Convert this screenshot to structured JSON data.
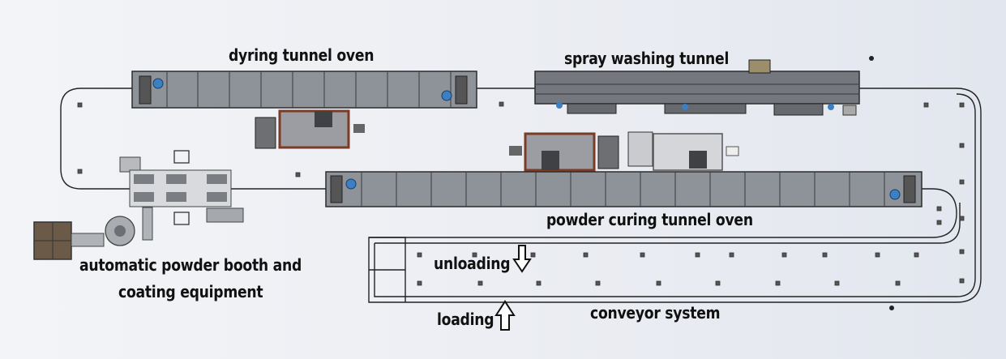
{
  "labels": {
    "drying_oven": "dyring tunnel oven",
    "spray_washing": "spray washing tunnel",
    "powder_curing": "powder curing tunnel oven",
    "powder_booth_line1": "automatic powder booth and",
    "powder_booth_line2": "coating equipment",
    "unloading": "unloading",
    "loading": "loading",
    "conveyor": "conveyor system"
  },
  "icons": {
    "unloading_arrow": "arrow-down-icon",
    "loading_arrow": "arrow-up-icon"
  },
  "colors": {
    "equipment": "#8e9299",
    "equipment_outline": "#2c2c2c",
    "burner_frame": "#7a3b27",
    "fan": "#3b7fc4",
    "conveyor_line": "#222222"
  }
}
